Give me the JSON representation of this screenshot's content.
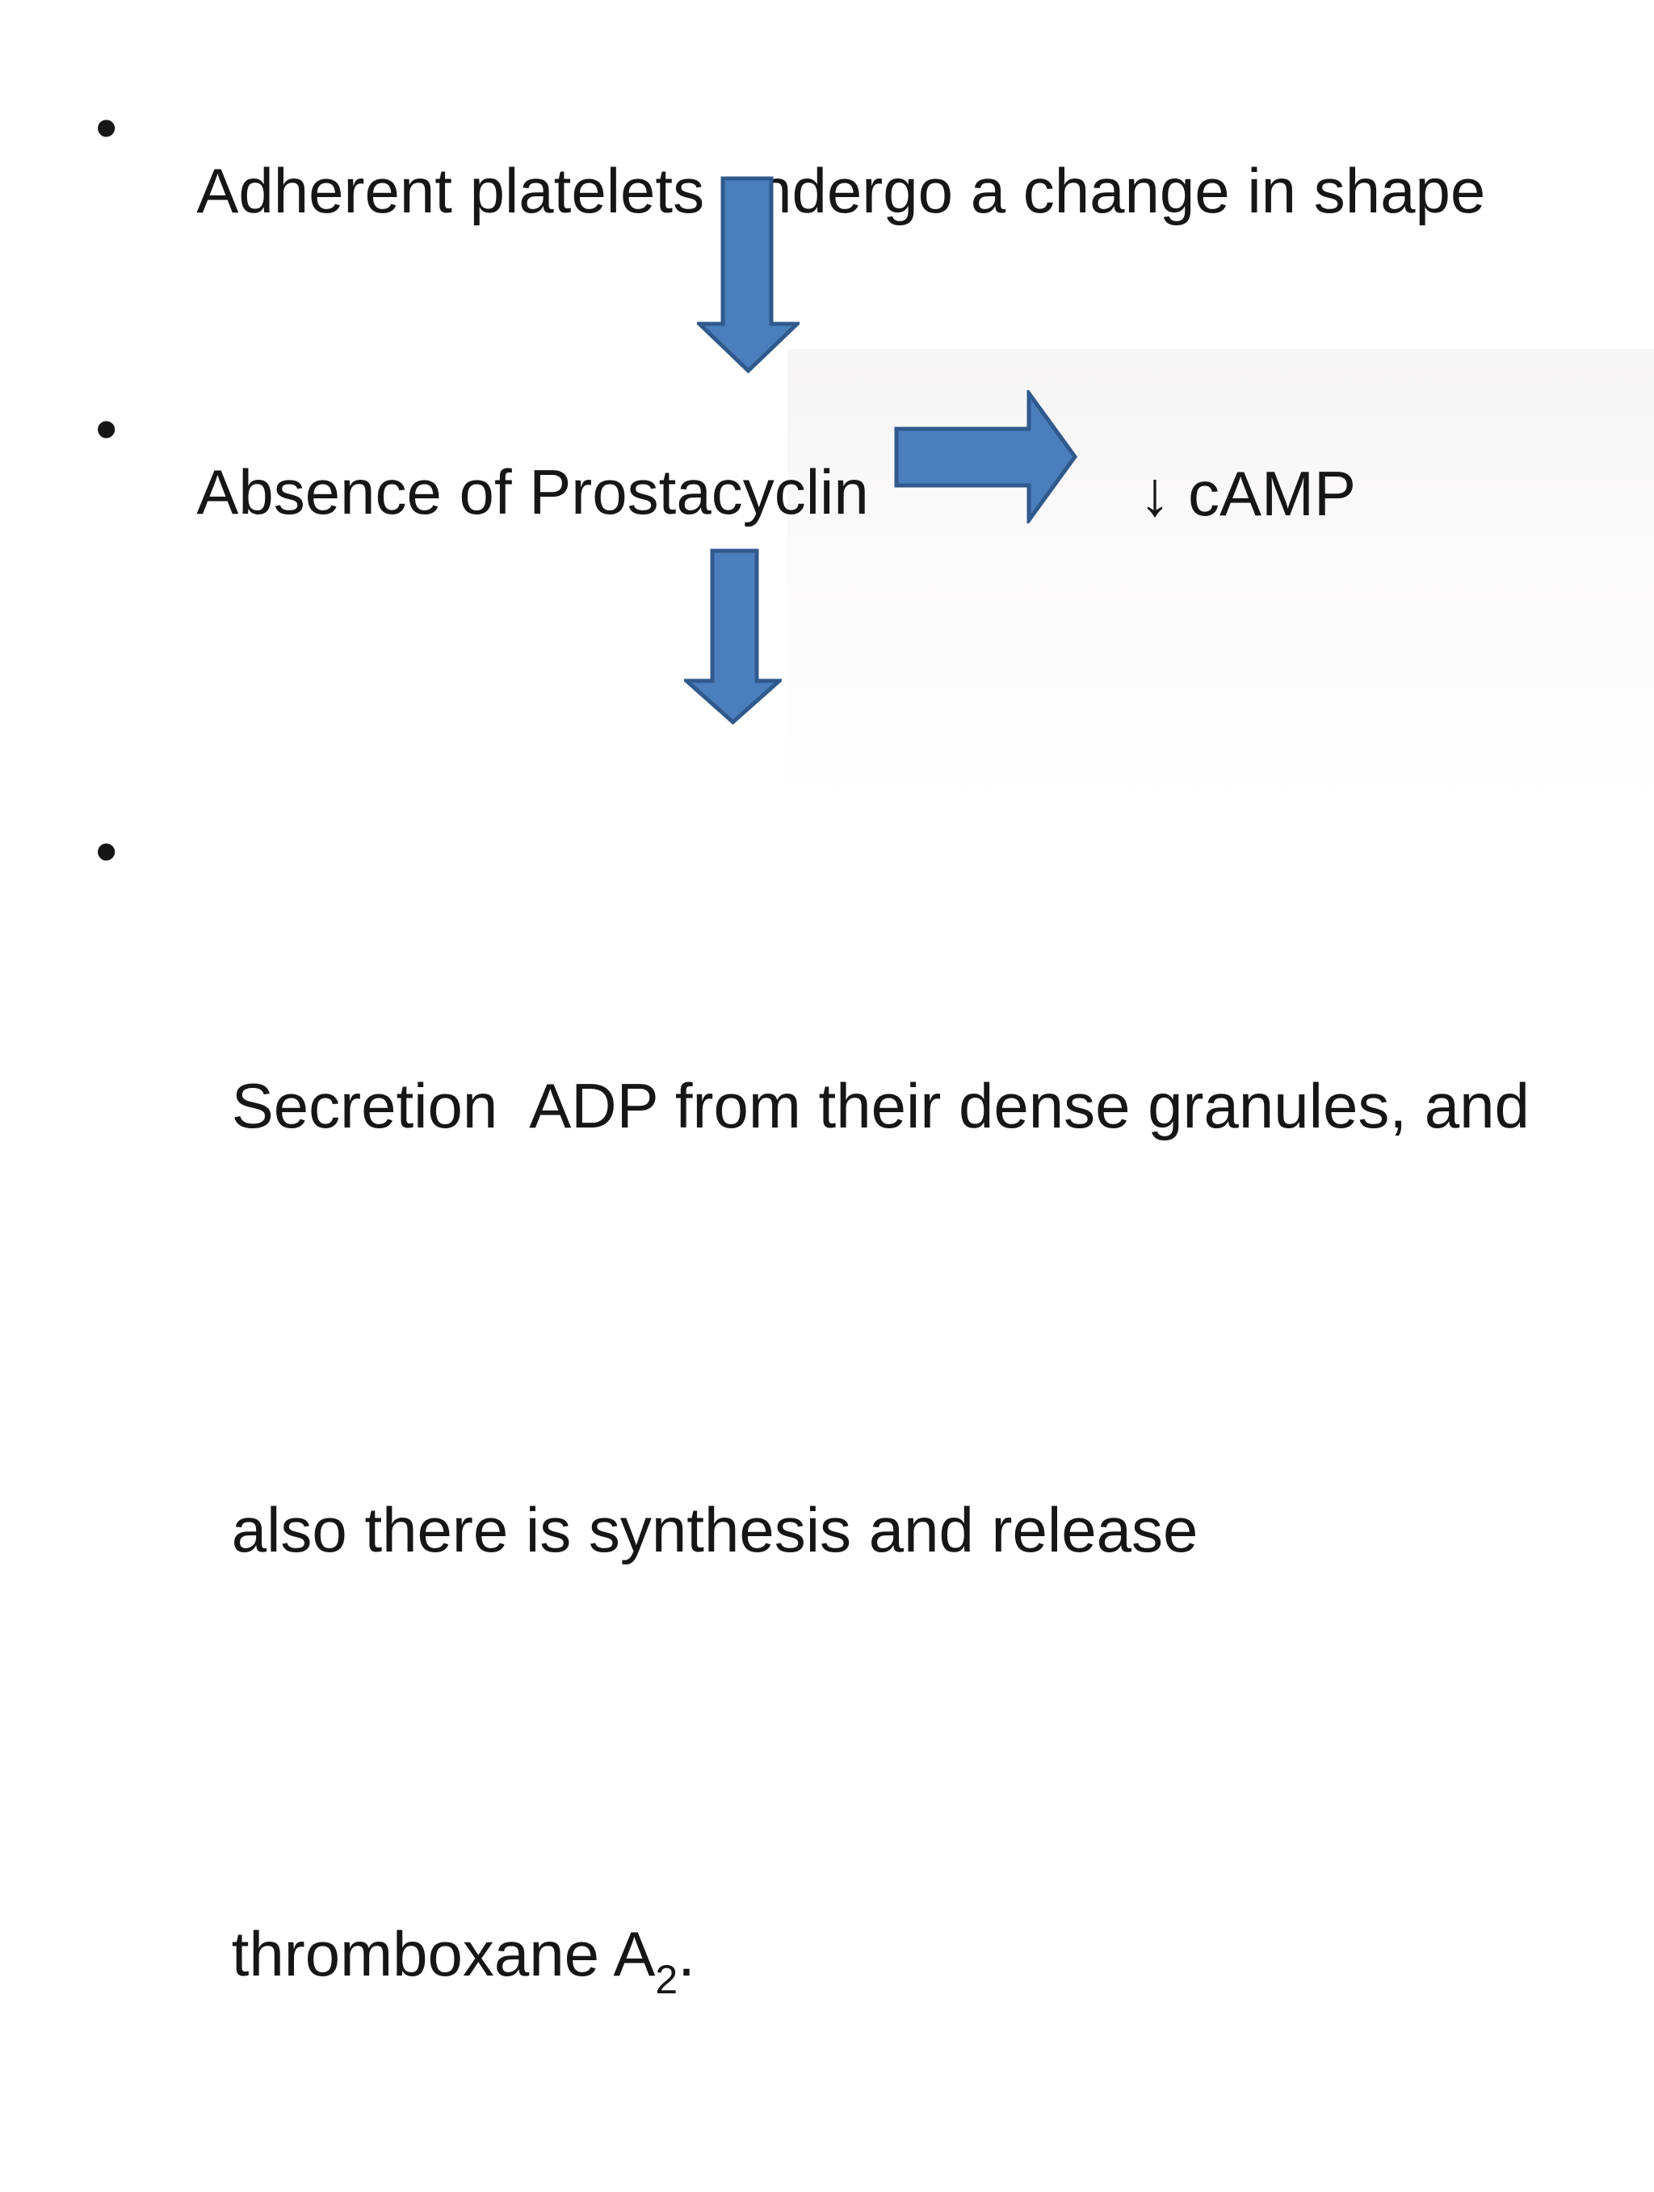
{
  "slide": {
    "bullet1": {
      "marker": "•",
      "text": "Adherent platelets undergo a change in shape"
    },
    "bullet2": {
      "marker": "•",
      "text": "Absence of Prostacyclin"
    },
    "camp": {
      "decrease_glyph": "↓",
      "label": " cAMP"
    },
    "bullet3": {
      "marker": "•",
      "line1": "Secretion  ADP from their dense granules, and",
      "line2": "also there is synthesis and release",
      "line3": "thromboxane A",
      "subscript": "2",
      "suffix": "."
    }
  },
  "icons": {
    "down_arrow_1": "down-block-arrow",
    "right_arrow": "right-block-arrow",
    "down_arrow_2": "down-block-arrow"
  },
  "colors": {
    "text": "#161616",
    "arrow_fill": "#4a7ebd",
    "arrow_stroke": "#30598c",
    "panel_tint": "#f7f6f6",
    "background": "#ffffff"
  }
}
